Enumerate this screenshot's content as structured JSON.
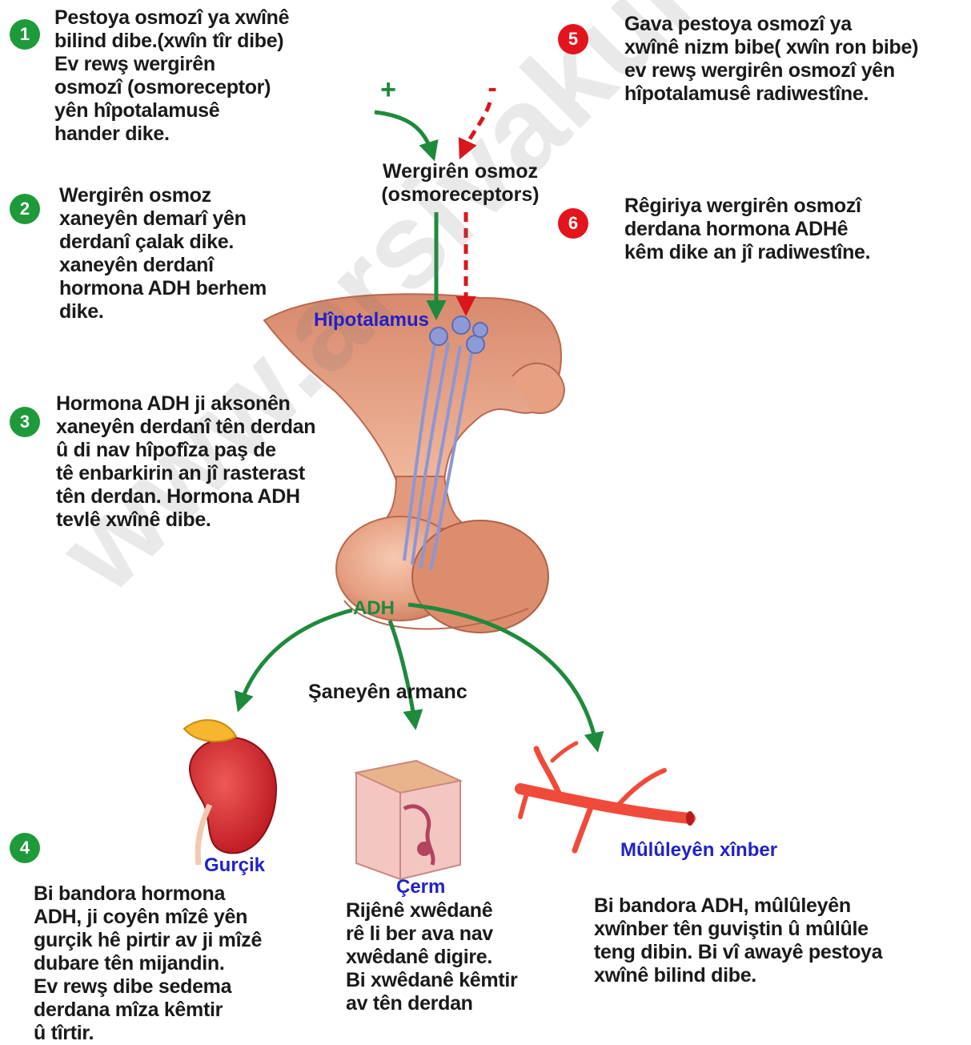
{
  "steps": [
    {
      "number": "1",
      "text": "Pestoya osmozî ya xwînê\nbilind dibe.(xwîn tîr dibe)\nEv rewş wergirên\nosmozî (osmoreceptor)\nyên hîpotalamusê\nhander dike."
    },
    {
      "number": "2",
      "text": "Wergirên osmoz\nxaneyên demarî yên\nderdanî çalak dike.\nxaneyên derdanî\nhormona ADH berhem\ndike."
    },
    {
      "number": "3",
      "text": "Hormona ADH ji aksonên\nxaneyên derdanî tên derdan\nû di nav hîpofîza paş de\ntê enbarkirin an jî rasterast\ntên derdan. Hormona ADH\ntevlê xwînê dibe."
    },
    {
      "number": "4",
      "text": "Bi bandora hormona\nADH, ji coyên mîzê yên\ngurçik hê pirtir av ji mîzê\ndubare tên mijandin.\nEv rewş dibe sedema\nderdana mîza kêmtir\nû tîrtir."
    },
    {
      "number": "5",
      "text": "Gava pestoya osmozî ya\nxwînê nizm bibe( xwîn ron bibe)\nev rewş wergirên osmozî yên\nhîpotalamusê radiwestîne."
    },
    {
      "number": "6",
      "text": "Rêgiriya wergirên osmozî\nderdana hormona ADHê\nkêm dike an jî radiwestîne."
    }
  ],
  "diagram": {
    "plus_sign": "+",
    "minus_sign": "-",
    "osmoreceptor_label": "Wergirên osmoz\n(osmoreceptors)",
    "hypothalamus_label": "Hîpotalamus",
    "adh_label": "ADH",
    "targets_label": "Şaneyên armanc",
    "kidney_label": "Gurçik",
    "skin_label": "Çerm",
    "vessel_label": "Mûlûleyên xînber",
    "skin_caption": "Rijênê xwêdanê\nrê li ber ava nav\nxwêdanê digire.\nBi xwêdanê kêmtir\nav tên derdan",
    "vessel_caption": "Bi bandora ADH, mûlûleyên\nxwînber tên guviştin û mûlûle\nteng dibin. Bi vî awayê pestoya\nxwînê bilind dibe."
  },
  "watermark": "www.arsivakurdi.org",
  "colors": {
    "badge_green": "#1f9a3a",
    "badge_red": "#e3141b",
    "arrow_green": "#1e8a3c",
    "arrow_red": "#d9161c",
    "label_blue": "#2121c9",
    "gland": "#e8a083"
  }
}
